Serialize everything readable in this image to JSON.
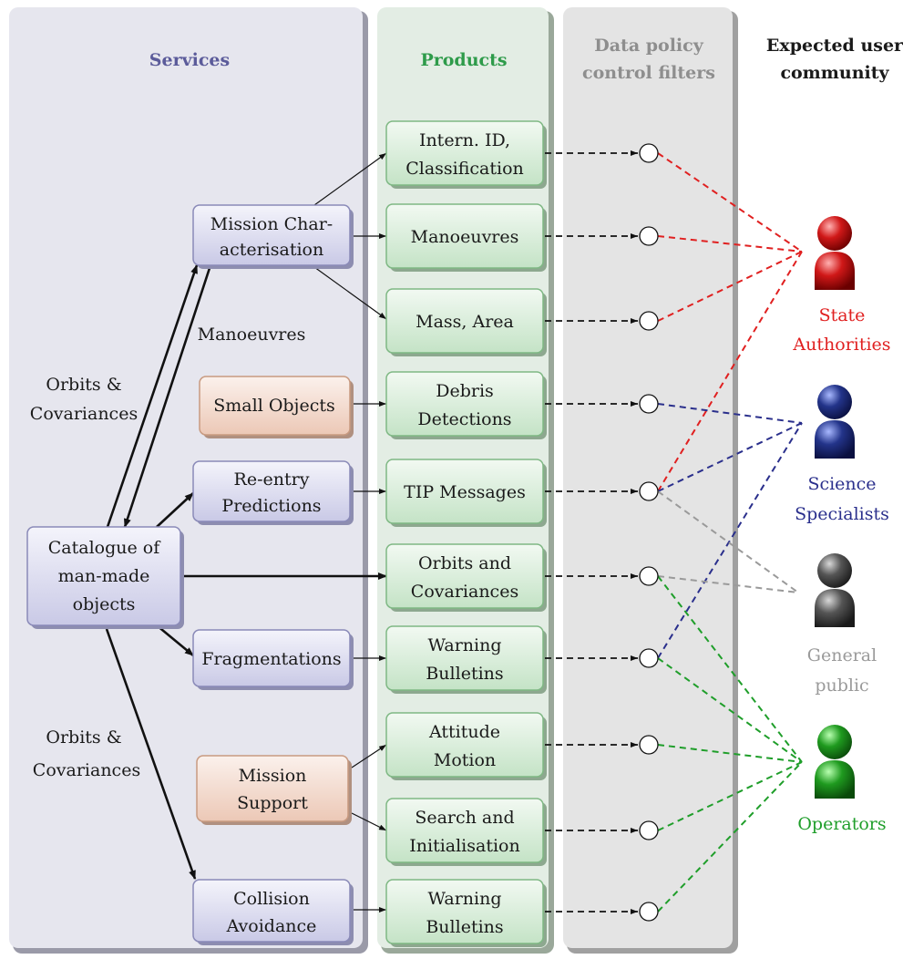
{
  "columns": {
    "services": "Services",
    "products": "Products",
    "filters": [
      "Data policy",
      "control filters"
    ],
    "users": [
      "Expected user",
      "community"
    ]
  },
  "colors": {
    "services_title": "#5b5b9a",
    "products_title": "#2e9b4a",
    "filters_title": "#8e8e8e",
    "users_title": "#1a1a1a",
    "state": "#e02020",
    "science": "#2a2f8c",
    "public": "#9a9a9a",
    "operators": "#1f9e2a"
  },
  "services": {
    "catalogue": [
      "Catalogue of",
      "man-made",
      "objects"
    ],
    "mission_char": [
      "Mission Char-",
      "acterisation"
    ],
    "small_objects": [
      "Small Objects"
    ],
    "reentry": [
      "Re-entry",
      "Predictions"
    ],
    "fragmentations": [
      "Fragmentations"
    ],
    "mission_support": [
      "Mission",
      "Support"
    ],
    "collision": [
      "Collision",
      "Avoidance"
    ]
  },
  "edge_labels": {
    "orbits_cov_top": [
      "Orbits &",
      "Covariances"
    ],
    "manoeuvres": [
      "Manoeuvres"
    ],
    "orbits_cov_bottom": [
      "Orbits &",
      "Covariances"
    ]
  },
  "products": [
    [
      "Intern. ID,",
      "Classification"
    ],
    [
      "Manoeuvres"
    ],
    [
      "Mass, Area"
    ],
    [
      "Debris",
      "Detections"
    ],
    [
      "TIP Messages"
    ],
    [
      "Orbits and",
      "Covariances"
    ],
    [
      "Warning",
      "Bulletins"
    ],
    [
      "Attitude",
      "Motion"
    ],
    [
      "Search and",
      "Initialisation"
    ],
    [
      "Warning",
      "Bulletins"
    ]
  ],
  "users": [
    {
      "key": "state",
      "label": [
        "State",
        "Authorities"
      ],
      "icon": "user-red-icon"
    },
    {
      "key": "science",
      "label": [
        "Science",
        "Specialists"
      ],
      "icon": "user-blue-icon"
    },
    {
      "key": "public",
      "label": [
        "General",
        "public"
      ],
      "icon": "user-gray-icon"
    },
    {
      "key": "operators",
      "label": [
        "Operators"
      ],
      "icon": "user-green-icon"
    }
  ],
  "links": [
    {
      "filter": 0,
      "user": "state"
    },
    {
      "filter": 1,
      "user": "state"
    },
    {
      "filter": 2,
      "user": "state"
    },
    {
      "filter": 4,
      "user": "state"
    },
    {
      "filter": 3,
      "user": "science"
    },
    {
      "filter": 4,
      "user": "science"
    },
    {
      "filter": 6,
      "user": "science"
    },
    {
      "filter": 4,
      "user": "public"
    },
    {
      "filter": 5,
      "user": "public"
    },
    {
      "filter": 5,
      "user": "operators"
    },
    {
      "filter": 6,
      "user": "operators"
    },
    {
      "filter": 7,
      "user": "operators"
    },
    {
      "filter": 8,
      "user": "operators"
    },
    {
      "filter": 9,
      "user": "operators"
    }
  ]
}
